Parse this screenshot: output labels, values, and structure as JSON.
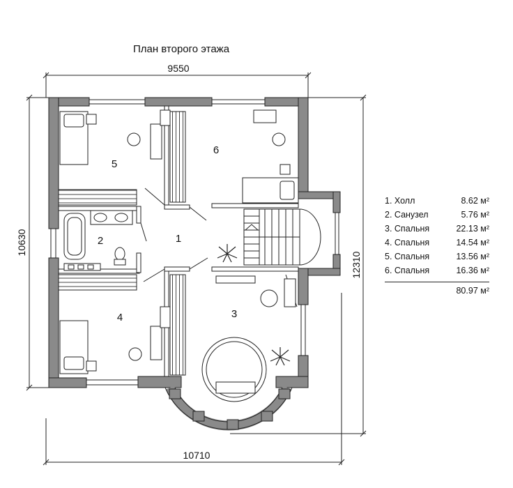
{
  "title": "План второго этажа",
  "dimensions": {
    "top": "9550",
    "bottom": "10710",
    "left": "10630",
    "right": "12310"
  },
  "rooms": [
    {
      "number": "1",
      "name": "Холл",
      "area": "8.62 м²"
    },
    {
      "number": "2",
      "name": "Санузел",
      "area": "5.76 м²"
    },
    {
      "number": "3",
      "name": "Спальня",
      "area": "22.13 м²"
    },
    {
      "number": "4",
      "name": "Спальня",
      "area": "14.54 м²"
    },
    {
      "number": "5",
      "name": "Спальня",
      "area": "13.56 м²"
    },
    {
      "number": "6",
      "name": "Спальня",
      "area": "16.36 м²"
    }
  ],
  "legend_rows": [
    {
      "label": "1. Холл",
      "area": "8.62 м²"
    },
    {
      "label": "2. Санузел",
      "area": "5.76 м²"
    },
    {
      "label": "3. Спальня",
      "area": "22.13 м²"
    },
    {
      "label": "4. Спальня",
      "area": "14.54 м²"
    },
    {
      "label": "5. Спальня",
      "area": "13.56 м²"
    },
    {
      "label": "6. Спальня",
      "area": "16.36 м²"
    }
  ],
  "total_area": "80.97 м²",
  "colors": {
    "wall": "#8a8a8a",
    "line": "#222222"
  }
}
